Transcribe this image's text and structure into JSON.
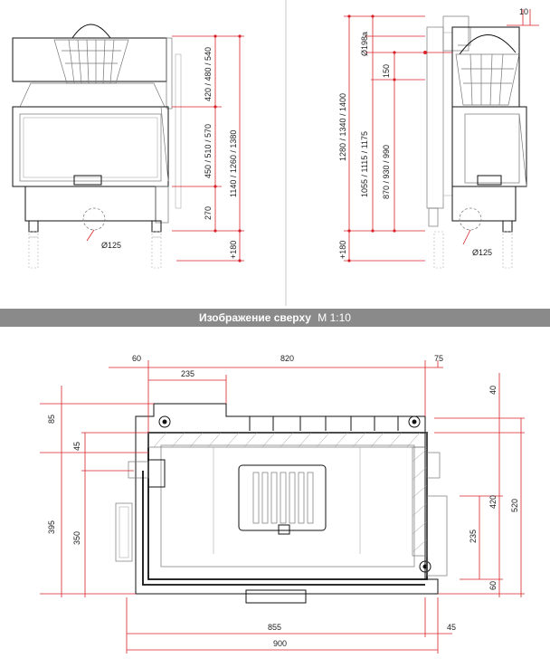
{
  "banner": {
    "title_bold": "Изображение сверху",
    "title_scale": "M 1:10",
    "color": "#8a8a8a"
  },
  "accent_color": "#d8232a",
  "front_view": {
    "dims_right_1": "420 / 480 / 540",
    "dims_right_2": "1140 / 1260 / 1380",
    "dims_mid": "450 / 510 / 570",
    "dim_270": "270",
    "dim_180": "+180",
    "pipe": "Ø125"
  },
  "side_view": {
    "d198": "Ø198a",
    "d150": "150",
    "d1280": "1280 / 1340 / 1400",
    "d1055": "1055 / 1115 / 1175",
    "d870": "870 / 930 / 990",
    "d180": "+180",
    "d10": "10",
    "pipe": "Ø125"
  },
  "top_view": {
    "d60": "60",
    "d820": "820",
    "d75": "75",
    "d235": "235",
    "d85": "85",
    "d45": "45",
    "d395": "395",
    "d350": "350",
    "d40": "40",
    "d420": "420",
    "d520": "520",
    "d235r": "235",
    "d60r": "60",
    "d855": "855",
    "d45b": "45",
    "d900": "900"
  }
}
